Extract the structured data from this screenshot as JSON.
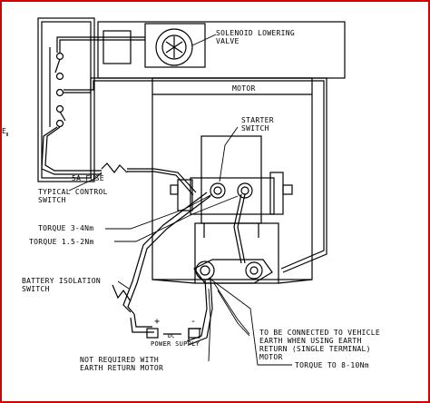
{
  "diagram": {
    "labels": {
      "solenoid": "SOLENOID LOWERING\nVALVE",
      "motor": "MOTOR",
      "starter_switch": "STARTER\nSWITCH",
      "fuse": "5A FUSE",
      "typical_control_switch": "TYPICAL CONTROL\nSWITCH",
      "torque_small": "TORQUE 3-4Nm",
      "torque_tiny": "TORQUE 1.5-2Nm",
      "battery_isolation": "BATTERY ISOLATION\nSWITCH",
      "plus": "+",
      "minus": "-",
      "dc": "DC",
      "power_supply": "POWER SUPPLY",
      "earth_note": "TO BE CONNECTED TO VEHICLE\nEARTH WHEN USING EARTH\nRETURN (SINGLE TERMINAL)\nMOTOR",
      "not_required": "NOT REQUIRED WITH\nEARTH RETURN MOTOR",
      "torque_large": "TORQUE TO 8-10Nm",
      "edge_mark": "E"
    },
    "colors": {
      "frame": "#d40000",
      "line": "#000000",
      "background": "#ffffff"
    }
  }
}
